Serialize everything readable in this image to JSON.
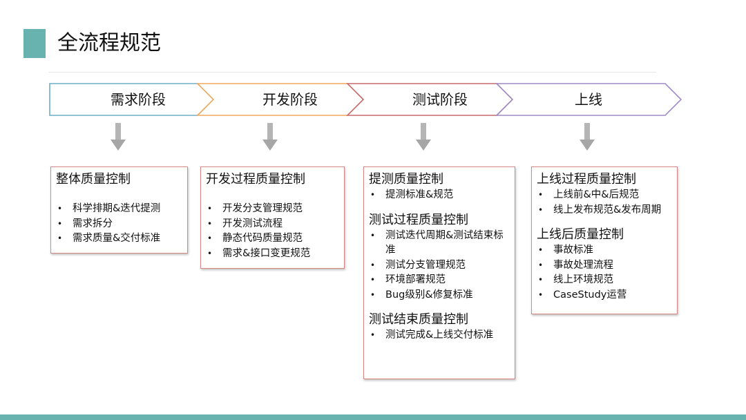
{
  "page_title": "全流程规范",
  "colors": {
    "accent_teal": "#68b3b0",
    "box_border": "#d98686",
    "chevron_1": "#6aaec7",
    "chevron_2": "#f0a95d",
    "chevron_3": "#c66b6b",
    "chevron_4": "#9f8ac7",
    "down_arrow": "#a6a6a6"
  },
  "stages": [
    {
      "label": "需求阶段"
    },
    {
      "label": "开发阶段"
    },
    {
      "label": "测试阶段"
    },
    {
      "label": "上线"
    }
  ],
  "boxes": [
    {
      "sections": [
        {
          "heading": "整体质量控制",
          "items": [
            "科学排期&迭代提测",
            "需求拆分",
            "需求质量&交付标准"
          ]
        }
      ]
    },
    {
      "sections": [
        {
          "heading": "开发过程质量控制",
          "items": [
            "开发分支管理规范",
            "开发测试流程",
            "静态代码质量规范",
            "需求&接口变更规范"
          ]
        }
      ]
    },
    {
      "sections": [
        {
          "heading": "提测质量控制",
          "items": [
            "提测标准&规范"
          ]
        },
        {
          "heading": "测试过程质量控制",
          "items": [
            "测试迭代周期&测试结束标准",
            "测试分支管理规范",
            "环境部署规范",
            "Bug级别&修复标准"
          ]
        },
        {
          "heading": "测试结束质量控制",
          "items": [
            "测试完成&上线交付标准"
          ]
        }
      ]
    },
    {
      "sections": [
        {
          "heading": "上线过程质量控制",
          "items": [
            "上线前&中&后规范",
            "线上发布规范&发布周期"
          ]
        },
        {
          "heading": "上线后质量控制",
          "items": [
            "事故标准",
            "事故处理流程",
            "线上环境规范",
            "CaseStudy运营"
          ]
        }
      ]
    }
  ]
}
